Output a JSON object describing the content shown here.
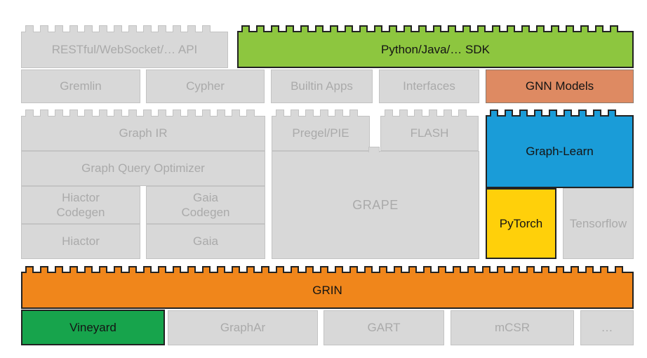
{
  "palette": {
    "gray_fill": "#d8d8d8",
    "gray_line": "#c3c3c3",
    "gray_text": "#aaaaaa",
    "sdk_green": "#8dc63f",
    "gnn_salmon": "#de8a62",
    "gnn_line": "#8c7a6d",
    "learn_blue": "#1a9cd8",
    "pytorch_yellow": "#ffd00a",
    "grin_orange": "#f0861b",
    "vineyard_green": "#17a44c",
    "dark_line": "#222222"
  },
  "bricks": {
    "restful_api": {
      "label": "RESTful/WebSocket/… API"
    },
    "python_sdk": {
      "label": "Python/Java/… SDK"
    },
    "gremlin": {
      "label": "Gremlin"
    },
    "cypher": {
      "label": "Cypher"
    },
    "builtin_apps": {
      "label": "Builtin Apps"
    },
    "interfaces": {
      "label": "Interfaces"
    },
    "gnn_models": {
      "label": "GNN Models"
    },
    "graph_ir": {
      "label": "Graph IR"
    },
    "graph_query_optimizer": {
      "label": "Graph Query Optimizer"
    },
    "hiactor_codegen": {
      "label": "Hiactor\nCodegen"
    },
    "gaia_codegen": {
      "label": "Gaia\nCodegen"
    },
    "hiactor": {
      "label": "Hiactor"
    },
    "gaia": {
      "label": "Gaia"
    },
    "pregel_pie": {
      "label": "Pregel/PIE"
    },
    "flash": {
      "label": "FLASH"
    },
    "grape": {
      "label": "GRAPE"
    },
    "graph_learn": {
      "label": "Graph-Learn"
    },
    "pytorch": {
      "label": "PyTorch"
    },
    "tensorflow": {
      "label": "Tensorflow"
    },
    "grin": {
      "label": "GRIN"
    },
    "vineyard": {
      "label": "Vineyard"
    },
    "graphar": {
      "label": "GraphAr"
    },
    "gart": {
      "label": "GART"
    },
    "mcsr": {
      "label": "mCSR"
    },
    "more": {
      "label": "…"
    }
  }
}
